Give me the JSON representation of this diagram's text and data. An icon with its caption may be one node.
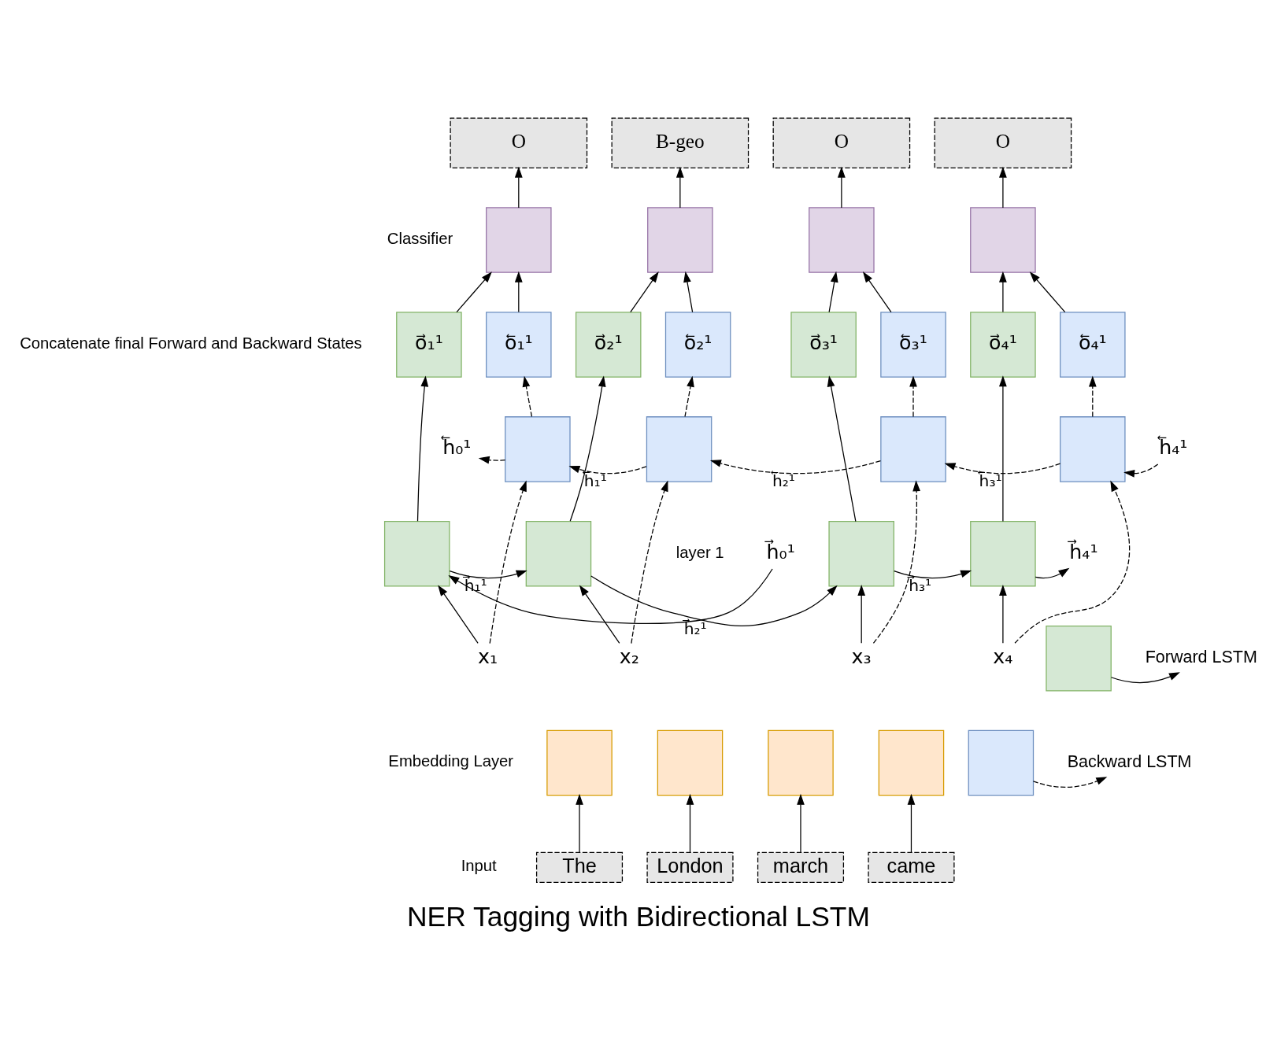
{
  "diagram": {
    "title": "NER Tagging with Bidirectional LSTM",
    "nodes": [
      {
        "text": [
          "O"
        ]
      },
      {
        "text": [
          "B-geo"
        ]
      },
      {
        "text": [
          "O"
        ]
      },
      {
        "text": [
          "O"
        ]
      },
      {
        "text": [],
        "shape": "box"
      },
      {
        "text": [],
        "shape": "box"
      },
      {
        "text": [],
        "shape": "box"
      },
      {
        "text": [],
        "shape": "box"
      },
      {
        "text": [
          "o⃗₁¹"
        ]
      },
      {
        "text": [
          "o⃖₁¹"
        ]
      },
      {
        "text": [
          "o⃗₂¹"
        ]
      },
      {
        "text": [
          "o⃖₂¹"
        ]
      },
      {
        "text": [
          "o⃗₃¹"
        ]
      },
      {
        "text": [
          "o⃖₃¹"
        ]
      },
      {
        "text": [
          "o⃗₄¹"
        ]
      },
      {
        "text": [
          "o⃖₄¹"
        ]
      },
      {
        "text": [],
        "shape": "box"
      },
      {
        "text": [],
        "shape": "box"
      },
      {
        "text": [],
        "shape": "box"
      },
      {
        "text": [],
        "shape": "box"
      },
      {
        "text": [],
        "shape": "box"
      },
      {
        "text": [],
        "shape": "box"
      },
      {
        "text": [],
        "shape": "box"
      },
      {
        "text": [],
        "shape": "box"
      },
      {
        "text": [
          "x₁"
        ]
      },
      {
        "text": [
          "x₂"
        ]
      },
      {
        "text": [
          "x₃"
        ]
      },
      {
        "text": [
          "x₄"
        ]
      },
      {
        "text": [],
        "shape": "box"
      },
      {
        "text": [],
        "shape": "box"
      },
      {
        "text": [],
        "shape": "box"
      },
      {
        "text": [],
        "shape": "box"
      },
      {
        "text": [
          "The"
        ]
      },
      {
        "text": [
          "London"
        ]
      },
      {
        "text": [
          "march"
        ]
      },
      {
        "text": [
          "came"
        ]
      },
      {
        "text": [
          "h⃖₀¹"
        ]
      },
      {
        "text": [
          "h⃖₄¹"
        ]
      },
      {
        "text": [
          "h⃗₀¹"
        ]
      },
      {
        "text": [
          "h⃗₄¹"
        ]
      },
      {
        "text": [],
        "shape": "box"
      },
      {
        "text": [
          "Forward LSTM"
        ]
      },
      {
        "text": [],
        "shape": "box"
      },
      {
        "text": [
          "Backward LSTM"
        ]
      }
    ],
    "edges": [
      {
        "from": 32,
        "to": 28,
        "arrow": "to"
      },
      {
        "from": 33,
        "to": 29,
        "arrow": "to"
      },
      {
        "from": 34,
        "to": 30,
        "arrow": "to"
      },
      {
        "from": 35,
        "to": 31,
        "arrow": "to"
      },
      {
        "from": 24,
        "to": 20,
        "arrow": "to"
      },
      {
        "from": 25,
        "to": 21,
        "arrow": "to"
      },
      {
        "from": 26,
        "to": 22,
        "arrow": "to"
      },
      {
        "from": 27,
        "to": 23,
        "arrow": "to"
      },
      {
        "from": 24,
        "to": 16,
        "arrow": "to",
        "style": "dashed"
      },
      {
        "from": 25,
        "to": 17,
        "arrow": "to",
        "style": "dashed"
      },
      {
        "from": 26,
        "to": 18,
        "arrow": "to",
        "style": "dashed"
      },
      {
        "from": 27,
        "to": 19,
        "arrow": "to",
        "style": "dashed"
      },
      {
        "from": 38,
        "to": 20,
        "arrow": "to"
      },
      {
        "from": 20,
        "to": 21,
        "arrow": "to",
        "label": "h⃗₁¹"
      },
      {
        "from": 21,
        "to": 22,
        "arrow": "to",
        "label": "h⃗₂¹"
      },
      {
        "from": 22,
        "to": 23,
        "arrow": "to",
        "label": "h⃗₃¹"
      },
      {
        "from": 23,
        "to": 39,
        "arrow": "to"
      },
      {
        "from": 37,
        "to": 19,
        "arrow": "to",
        "style": "dashed"
      },
      {
        "from": 19,
        "to": 18,
        "arrow": "to",
        "style": "dashed",
        "label": "h⃖₃¹"
      },
      {
        "from": 18,
        "to": 17,
        "arrow": "to",
        "style": "dashed",
        "label": "h⃖₂¹"
      },
      {
        "from": 17,
        "to": 16,
        "arrow": "to",
        "style": "dashed",
        "label": "h⃖₁¹"
      },
      {
        "from": 16,
        "to": 36,
        "arrow": "to",
        "style": "dashed"
      },
      {
        "from": 20,
        "to": 8,
        "arrow": "to"
      },
      {
        "from": 21,
        "to": 10,
        "arrow": "to"
      },
      {
        "from": 22,
        "to": 12,
        "arrow": "to"
      },
      {
        "from": 23,
        "to": 14,
        "arrow": "to"
      },
      {
        "from": 16,
        "to": 9,
        "arrow": "to",
        "style": "dashed"
      },
      {
        "from": 17,
        "to": 11,
        "arrow": "to",
        "style": "dashed"
      },
      {
        "from": 18,
        "to": 13,
        "arrow": "to",
        "style": "dashed"
      },
      {
        "from": 19,
        "to": 15,
        "arrow": "to",
        "style": "dashed"
      },
      {
        "from": 8,
        "to": 4,
        "arrow": "to"
      },
      {
        "from": 9,
        "to": 4,
        "arrow": "to"
      },
      {
        "from": 10,
        "to": 5,
        "arrow": "to"
      },
      {
        "from": 11,
        "to": 5,
        "arrow": "to"
      },
      {
        "from": 12,
        "to": 6,
        "arrow": "to"
      },
      {
        "from": 13,
        "to": 6,
        "arrow": "to"
      },
      {
        "from": 14,
        "to": 7,
        "arrow": "to"
      },
      {
        "from": 15,
        "to": 7,
        "arrow": "to"
      },
      {
        "from": 4,
        "to": 0,
        "arrow": "to"
      },
      {
        "from": 5,
        "to": 1,
        "arrow": "to"
      },
      {
        "from": 6,
        "to": 2,
        "arrow": "to"
      },
      {
        "from": 7,
        "to": 3,
        "arrow": "to"
      },
      {
        "from": 40,
        "to": 41,
        "arrow": "to"
      },
      {
        "from": 42,
        "to": 43,
        "arrow": "to",
        "style": "dashed"
      }
    ],
    "labels": [
      "Classifier",
      "Concatenate final Forward and Backward States",
      "layer 1",
      "Embedding Layer",
      "Input"
    ]
  }
}
